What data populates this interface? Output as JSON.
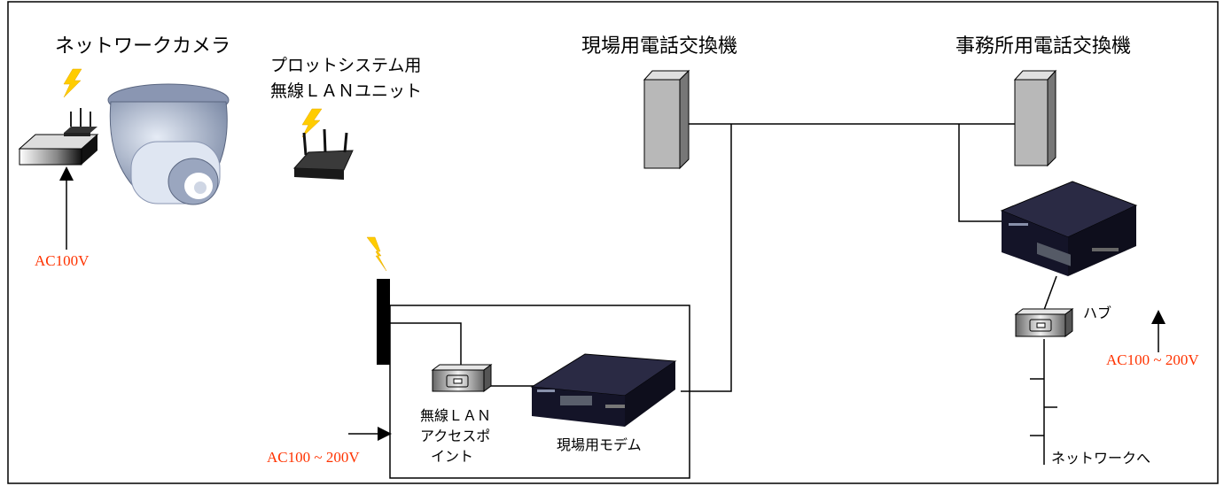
{
  "labels": {
    "network_camera": "ネットワークカメラ",
    "plot_wlan_line1": "プロットシステム用",
    "plot_wlan_line2": "無線ＬＡＮユニット",
    "site_pbx": "現場用電話交換機",
    "office_pbx": "事務所用電話交換機",
    "hub": "ハブ",
    "ap_line1": "無線ＬＡＮ",
    "ap_line2": "アクセスポ",
    "ap_line3": "イント",
    "site_modem": "現場用モデム",
    "to_network": "ネットワークへ"
  },
  "power": {
    "camera": "AC100V",
    "site": "AC100 ~ 200V",
    "office": "AC100 ~ 200V"
  },
  "colors": {
    "power_text": "#ff3300",
    "lightning": "#ffcc00",
    "modem_body": "#14142a",
    "pbx": "#b8b8b8"
  }
}
